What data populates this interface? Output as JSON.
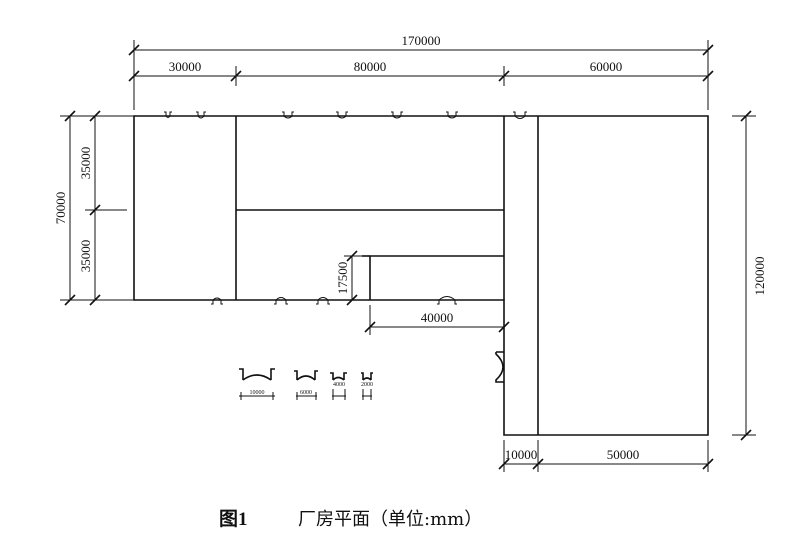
{
  "dims": {
    "total_width": "170000",
    "seg_left": "30000",
    "seg_middle": "80000",
    "seg_right": "60000",
    "height_total_left": "70000",
    "height_upper": "35000",
    "height_lower": "35000",
    "notch_height": "17500",
    "notch_width": "40000",
    "height_right": "120000",
    "bottom_small": "10000",
    "bottom_large": "50000"
  },
  "legend": {
    "door_10000": "10000",
    "door_6000": "6000",
    "door_4000": "4000",
    "door_2000": "2000"
  },
  "caption": {
    "figure_label": "图1",
    "title": "厂房平面（单位:mm）"
  }
}
